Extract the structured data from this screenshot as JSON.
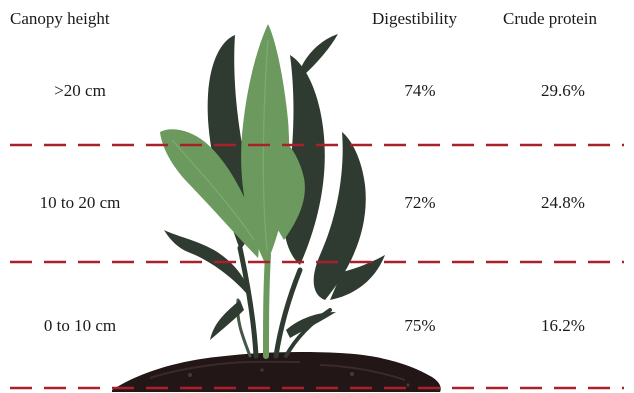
{
  "headers": {
    "canopy_height": "Canopy height",
    "digestibility": "Digestibility",
    "crude_protein": "Crude protein"
  },
  "rows": [
    {
      "height": ">20 cm",
      "digestibility": "74%",
      "crude_protein": "29.6%"
    },
    {
      "height": "10 to 20 cm",
      "digestibility": "72%",
      "crude_protein": "24.8%"
    },
    {
      "height": "0 to 10 cm",
      "digestibility": "75%",
      "crude_protein": "16.2%"
    }
  ],
  "colors": {
    "divider": "#a8202a",
    "leaf_dark": "#2f3b30",
    "leaf_light": "#6c9a5e",
    "soil": "#231617"
  }
}
